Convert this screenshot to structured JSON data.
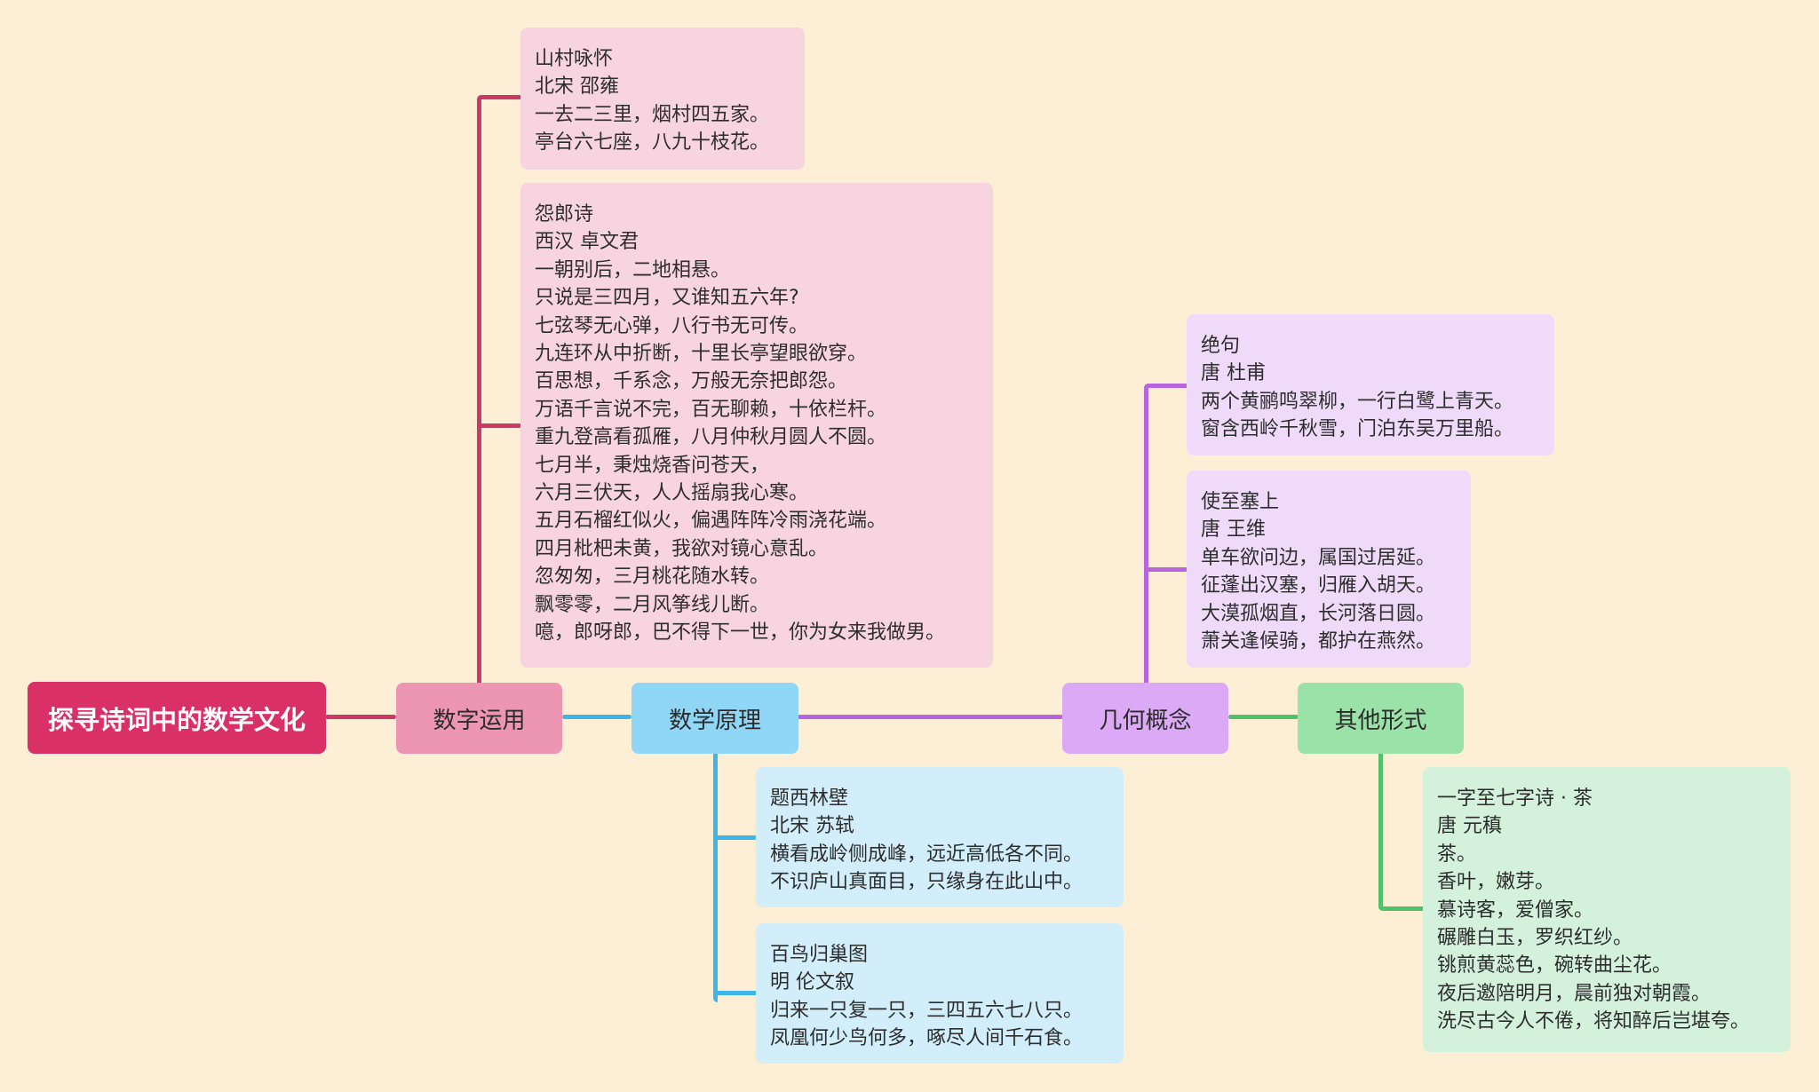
{
  "title": "探寻诗词中的数学文化",
  "colors": {
    "background": "#fdeed6",
    "root": "#d93068",
    "branch_pink": "#c9396a",
    "branch_blue": "#3fb4e6",
    "branch_purple": "#b866e0",
    "branch_green": "#52c26a"
  },
  "branches": [
    {
      "label": "数字运用",
      "poems": [
        {
          "title": "山村咏怀",
          "author": "北宋 邵雍",
          "lines": [
            "一去二三里，烟村四五家。",
            "亭台六七座，八九十枝花。"
          ]
        },
        {
          "title": "怨郎诗",
          "author": "西汉 卓文君",
          "lines": [
            "一朝别后，二地相悬。",
            "只说是三四月，又谁知五六年?",
            "七弦琴无心弹，八行书无可传。",
            "九连环从中折断，十里长亭望眼欲穿。",
            "百思想，千系念，万般无奈把郎怨。",
            "万语千言说不完，百无聊赖，十依栏杆。",
            "重九登高看孤雁，八月仲秋月圆人不圆。",
            "七月半，秉烛烧香问苍天，",
            "六月三伏天，人人摇扇我心寒。",
            "五月石榴红似火，偏遇阵阵冷雨浇花端。",
            "四月枇杷未黄，我欲对镜心意乱。",
            "忽匆匆，三月桃花随水转。",
            "飘零零，二月风筝线儿断。",
            "噫，郎呀郎，巴不得下一世，你为女来我做男。"
          ]
        }
      ]
    },
    {
      "label": "数学原理",
      "poems": [
        {
          "title": "题西林壁",
          "author": "北宋 苏轼",
          "lines": [
            "横看成岭侧成峰，远近高低各不同。",
            "不识庐山真面目，只缘身在此山中。"
          ]
        },
        {
          "title": "百鸟归巢图",
          "author": "明 伦文叙",
          "lines": [
            "归来一只复一只，三四五六七八只。",
            "凤凰何少鸟何多，啄尽人间千石食。"
          ]
        }
      ]
    },
    {
      "label": "几何概念",
      "poems": [
        {
          "title": "绝句",
          "author": "唐 杜甫",
          "lines": [
            "两个黄鹂鸣翠柳，一行白鹭上青天。",
            "窗含西岭千秋雪，门泊东吴万里船。"
          ]
        },
        {
          "title": "使至塞上",
          "author": "唐 王维",
          "lines": [
            "单车欲问边，属国过居延。",
            "征蓬出汉塞，归雁入胡天。",
            "大漠孤烟直，长河落日圆。",
            "萧关逢候骑，都护在燕然。"
          ]
        }
      ]
    },
    {
      "label": "其他形式",
      "poems": [
        {
          "title": "一字至七字诗 · 茶",
          "author": "唐 元稹",
          "lines": [
            "茶。",
            "香叶，嫩芽。",
            "慕诗客，爱僧家。",
            "碾雕白玉，罗织红纱。",
            "铫煎黄蕊色，碗转曲尘花。",
            "夜后邀陪明月，晨前独对朝霞。",
            "洗尽古今人不倦，将知醉后岂堪夸。"
          ]
        }
      ]
    }
  ]
}
